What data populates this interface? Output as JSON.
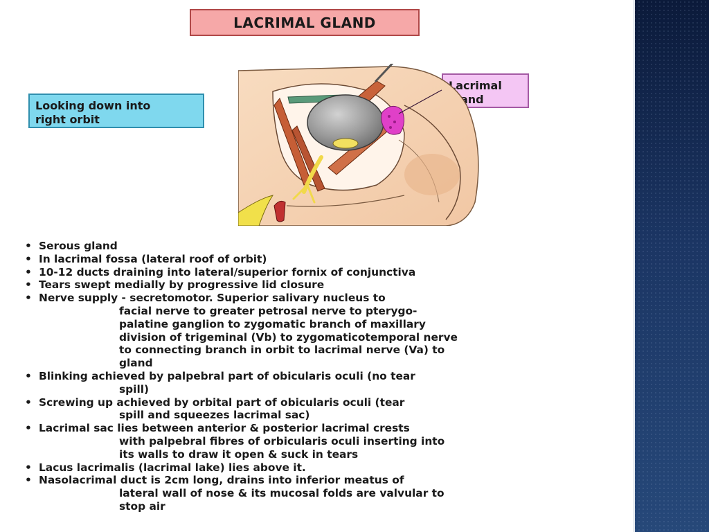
{
  "slide": {
    "title": "LACRIMAL GLAND",
    "callout_view": [
      "Looking down into",
      "right orbit"
    ],
    "callout_gland": [
      "Lacrimal",
      "gland"
    ],
    "bullets": [
      {
        "lines": [
          "Serous gland"
        ]
      },
      {
        "lines": [
          "In lacrimal fossa (lateral roof of orbit)"
        ]
      },
      {
        "lines": [
          "10-12 ducts draining into lateral/superior fornix of conjunctiva"
        ]
      },
      {
        "lines": [
          "Tears swept medially by progressive lid closure"
        ]
      },
      {
        "lines": [
          "Nerve supply - secretomotor. Superior salivary nucleus to",
          "facial nerve to greater petrosal nerve to pterygo-",
          "palatine ganglion to zygomatic branch of maxillary",
          "division of trigeminal (Vb) to zygomaticotemporal nerve",
          "to connecting branch in orbit to lacrimal nerve (Va) to",
          "gland"
        ]
      },
      {
        "lines": [
          "Blinking achieved by palpebral part of obicularis oculi (no tear",
          "spill)"
        ]
      },
      {
        "lines": [
          "Screwing up achieved by orbital part of obicularis oculi (tear",
          "spill and squeezes lacrimal sac)"
        ]
      },
      {
        "lines": [
          "Lacrimal sac lies between anterior & posterior lacrimal crests",
          "with palpebral fibres of orbicularis oculi inserting into",
          "its walls to draw it open & suck in tears"
        ]
      },
      {
        "lines": [
          "Lacus lacrimalis (lacrimal lake) lies above it."
        ]
      },
      {
        "lines": [
          "Nasolacrimal duct is 2cm long, drains into inferior meatus of",
          "lateral wall of nose & its mucosal folds are valvular to",
          "stop air"
        ]
      }
    ]
  },
  "colors": {
    "title_fill": "#f6a8a8",
    "callout_view_fill": "#7fd8ee",
    "callout_gland_fill": "#f4c6f4",
    "gland_color": "#e040c8",
    "sidebar_top": "#0b1a3a",
    "sidebar_bottom": "#264879"
  }
}
